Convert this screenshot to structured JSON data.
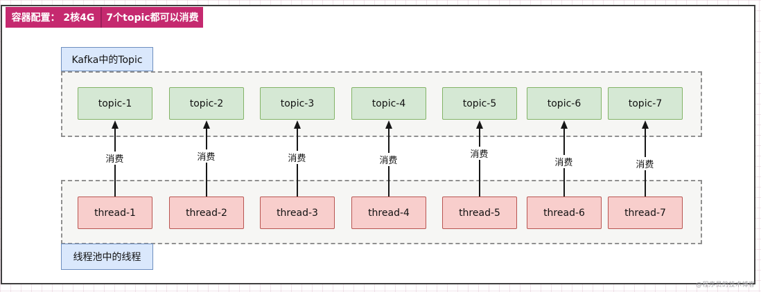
{
  "header": {
    "config_label": "容器配置： 2核4G",
    "note_label": "7个topic都可以消费",
    "bg_color": "#c5296f"
  },
  "topic_section": {
    "title": "Kafka中的Topic",
    "topics": [
      "topic-1",
      "topic-2",
      "topic-3",
      "topic-4",
      "topic-5",
      "topic-6",
      "topic-7"
    ]
  },
  "thread_section": {
    "title": "线程池中的线程",
    "threads": [
      "thread-1",
      "thread-2",
      "thread-3",
      "thread-4",
      "thread-5",
      "thread-6",
      "thread-7"
    ]
  },
  "arrow_label": "消费",
  "watermark": "@程序员的技术博客",
  "colors": {
    "header_bg": "#c5296f",
    "topic_fill": "#d5e8d4",
    "topic_border": "#82b366",
    "thread_fill": "#f8cecc",
    "thread_border": "#b85450",
    "section_label_fill": "#dae8fc",
    "section_label_border": "#6c8ebf",
    "group_fill": "#f6f6f4",
    "group_border": "#8f8f8f",
    "arrow_color": "#161616"
  }
}
